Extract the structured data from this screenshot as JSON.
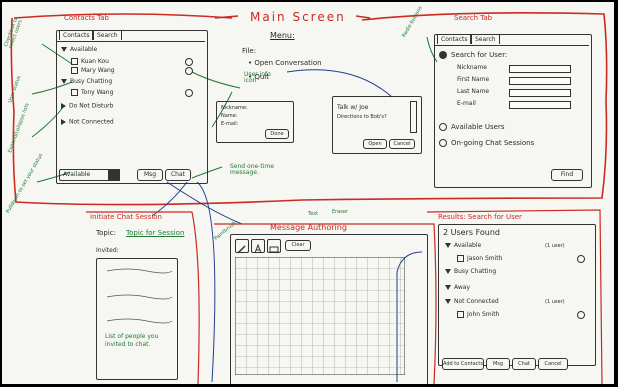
{
  "title": "Main Screen",
  "menu": {
    "heading": "Menu:",
    "file": "File:",
    "items": [
      "• Open Conversation",
      "• Quit"
    ]
  },
  "contacts_tab": {
    "heading": "Contacts Tab",
    "tabs": [
      "Contacts",
      "Search"
    ],
    "groups": [
      {
        "label": "Available",
        "members": [
          "Kuan Kou",
          "Mary Wang"
        ]
      },
      {
        "label": "Busy Chatting",
        "members": [
          "Tony Wang"
        ]
      },
      {
        "label": "Do Not Disturb",
        "members": []
      },
      {
        "label": "Not Connected",
        "members": []
      }
    ],
    "status_select": "Available",
    "msg_button": "Msg",
    "chat_button": "Chat"
  },
  "user_info": {
    "nickname": "Nickname:",
    "name": "Name:",
    "email": "E-mail:",
    "done": "Done"
  },
  "talk_popup": {
    "line1": "Talk w/ Joe",
    "line2": "Directions to Bob's?",
    "open": "Open",
    "cancel": "Cancel"
  },
  "search_tab": {
    "heading": "Search Tab",
    "tabs": [
      "Contacts",
      "Search"
    ],
    "option1": "Search for User:",
    "fields": [
      "Nickname",
      "First Name",
      "Last Name",
      "E-mail"
    ],
    "option2": "Available Users",
    "option3": "On-going Chat Sessions",
    "find": "Find"
  },
  "annotations": {
    "checkbox_select": "Checkbox to select users",
    "user_status": "User status",
    "expand_collapse": "Expand/collapse lists",
    "pulldown_status": "Pulldown to set your status",
    "user_info_icon": "User info icon",
    "radio_buttons": "Radio buttons",
    "send_onetime": "Send one-time message.",
    "text": "Text",
    "eraser": "Eraser",
    "paintbrush": "Paintbrush"
  },
  "initiate_chat": {
    "heading": "Initiate Chat Session",
    "topic_label": "Topic:",
    "topic_value": "Topic for Session",
    "invited_label": "Invited:",
    "note": "List of people you invited to chat."
  },
  "message_authoring": {
    "heading": "Message Authoring",
    "clear": "Clear"
  },
  "results": {
    "heading": "Results: Search for User",
    "count": "2 Users Found",
    "groups": [
      {
        "label": "Available",
        "note": "(1 user)",
        "members": [
          "Jason Smith"
        ]
      },
      {
        "label": "Busy Chatting",
        "note": "",
        "members": []
      },
      {
        "label": "Away",
        "note": "",
        "members": []
      },
      {
        "label": "Not Connected",
        "note": "(1 user)",
        "members": [
          "John Smith"
        ]
      }
    ],
    "buttons": [
      "Add to Contacts",
      "Msg",
      "Chat",
      "Cancel"
    ]
  },
  "colors": {
    "red": "#cc2a22",
    "green": "#1f7a34",
    "blue": "#1c3f8c",
    "ink": "#2a2a2a"
  }
}
